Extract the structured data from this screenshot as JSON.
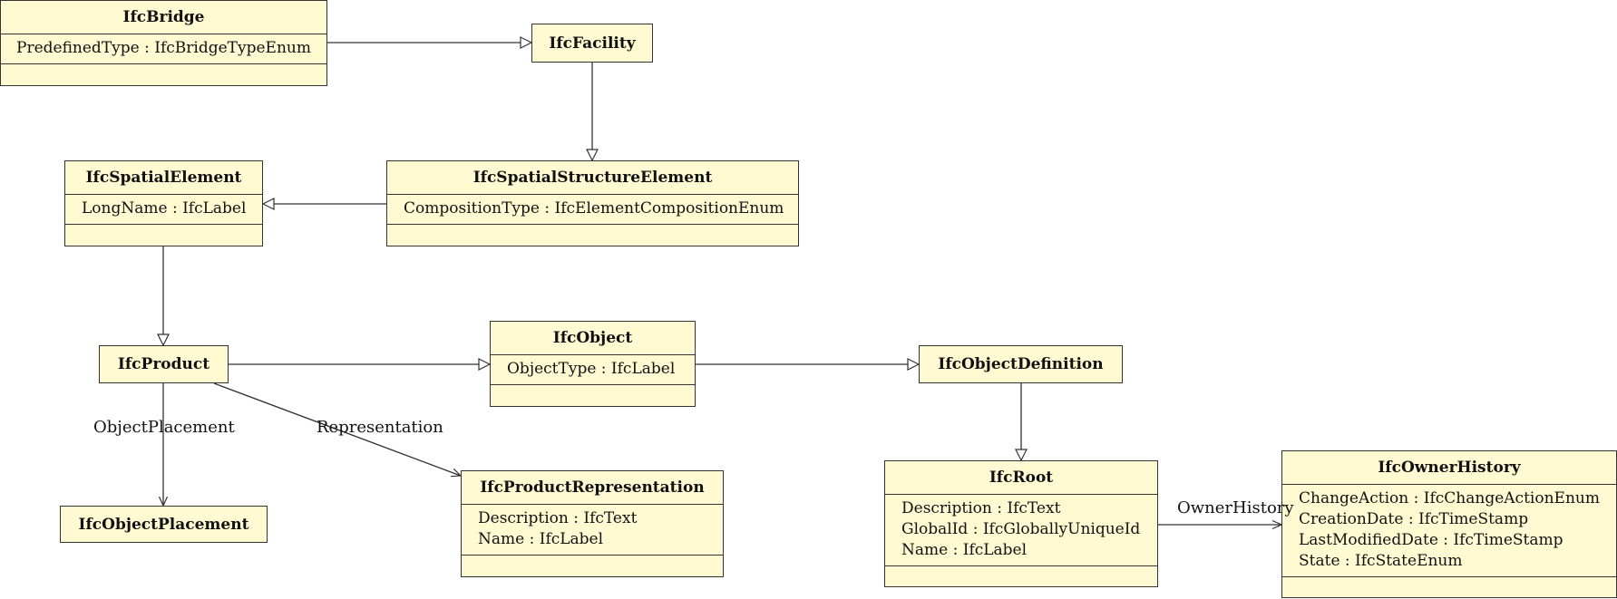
{
  "classes": {
    "bridge": {
      "name": "IfcBridge",
      "attributes": [
        "PredefinedType : IfcBridgeTypeEnum"
      ]
    },
    "facility": {
      "name": "IfcFacility"
    },
    "spatial_element": {
      "name": "IfcSpatialElement",
      "attributes": [
        "LongName : IfcLabel"
      ]
    },
    "spatial_structure_element": {
      "name": "IfcSpatialStructureElement",
      "attributes": [
        "CompositionType : IfcElementCompositionEnum"
      ]
    },
    "product": {
      "name": "IfcProduct"
    },
    "object": {
      "name": "IfcObject",
      "attributes": [
        "ObjectType : IfcLabel"
      ]
    },
    "object_definition": {
      "name": "IfcObjectDefinition"
    },
    "object_placement": {
      "name": "IfcObjectPlacement"
    },
    "product_representation": {
      "name": "IfcProductRepresentation",
      "attributes": [
        "Description : IfcText",
        "Name : IfcLabel"
      ]
    },
    "root": {
      "name": "IfcRoot",
      "attributes": [
        "Description : IfcText",
        "GlobalId : IfcGloballyUniqueId",
        "Name : IfcLabel"
      ]
    },
    "owner_history": {
      "name": "IfcOwnerHistory",
      "attributes": [
        "ChangeAction : IfcChangeActionEnum",
        "CreationDate : IfcTimeStamp",
        "LastModifiedDate : IfcTimeStamp",
        "State : IfcStateEnum"
      ]
    }
  },
  "associations": {
    "object_placement": "ObjectPlacement",
    "representation": "Representation",
    "owner_history": "OwnerHistory"
  }
}
